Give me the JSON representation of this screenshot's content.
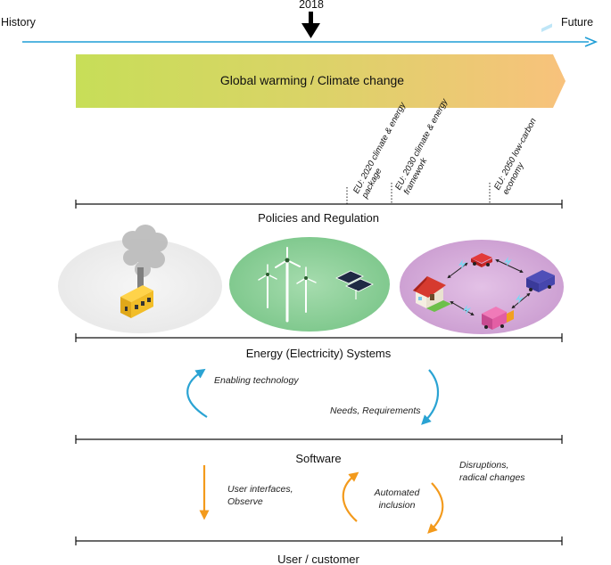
{
  "timeline": {
    "start_label": "History",
    "end_label": "Future",
    "marker_label": "2018",
    "band_label": "Global warming / Climate change"
  },
  "milestones": [
    {
      "label_line1": "EU: 2020 climate & energy",
      "label_line2": "package"
    },
    {
      "label_line1": "EU: 2030 climate & energy",
      "label_line2": "framework"
    },
    {
      "label_line1": "EU: 2050 low-carbon",
      "label_line2": "economy"
    }
  ],
  "layers": {
    "policies": "Policies and Regulation",
    "energy": "Energy (Electricity) Systems",
    "software": "Software",
    "user": "User / customer"
  },
  "energy_illustrations": [
    {
      "icon": "coal-power-plant-icon"
    },
    {
      "icon": "renewables-wind-solar-icon"
    },
    {
      "icon": "smart-grid-electric-vehicles-icon"
    }
  ],
  "interactions": {
    "enabling_technology": "Enabling technology",
    "needs_requirements": "Needs, Requirements",
    "user_interfaces_line1": "User interfaces,",
    "user_interfaces_line2": "Observe",
    "automated_line1": "Automated",
    "automated_line2": "inclusion",
    "disruptions_line1": "Disruptions,",
    "disruptions_line2": "radical changes"
  },
  "colors": {
    "timeline_arrow": "#1f9ed6",
    "band_start": "#c6de5a",
    "band_end": "#f6c27a",
    "cyan_arrows": "#2aa3d3",
    "orange_arrows": "#f39a1c",
    "grey_ellipse": "#efefef",
    "green_ellipse": "#8fd09a",
    "purple_ellipse": "#d7aedb"
  }
}
